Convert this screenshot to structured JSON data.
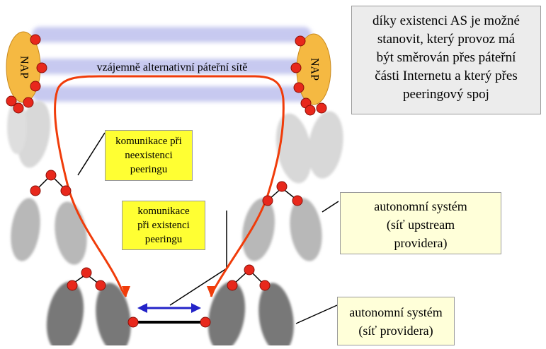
{
  "diagram": {
    "nap_left_label": "NAP",
    "nap_right_label": "NAP",
    "backbone_label": "vzájemně alternativní páteřní sítě",
    "info_box": [
      "díky existenci AS je možné",
      "stanovit, který provoz má",
      "být směrován přes páteřní",
      "části Internetu a který přes",
      "peeringový spoj"
    ],
    "label_no_peering": [
      "komunikace při",
      "neexistenci",
      "peeringu"
    ],
    "label_peering": [
      "komunikace",
      "při existenci",
      "peeringu"
    ],
    "label_upstream": [
      "autonomní systém",
      "(síť upstream",
      "providera)"
    ],
    "label_provider": [
      "autonomní systém",
      "(síť providera)"
    ]
  },
  "colors": {
    "nap_fill": "#f5b942",
    "node_fill": "#e8281c",
    "backbone_band": "#c7c9f0",
    "arrow_path": "#f03c0a",
    "peering_arrow": "#2323c8",
    "yellow_box": "#ffff33",
    "cream_box": "#ffffd9",
    "grey_box": "#ececec"
  }
}
